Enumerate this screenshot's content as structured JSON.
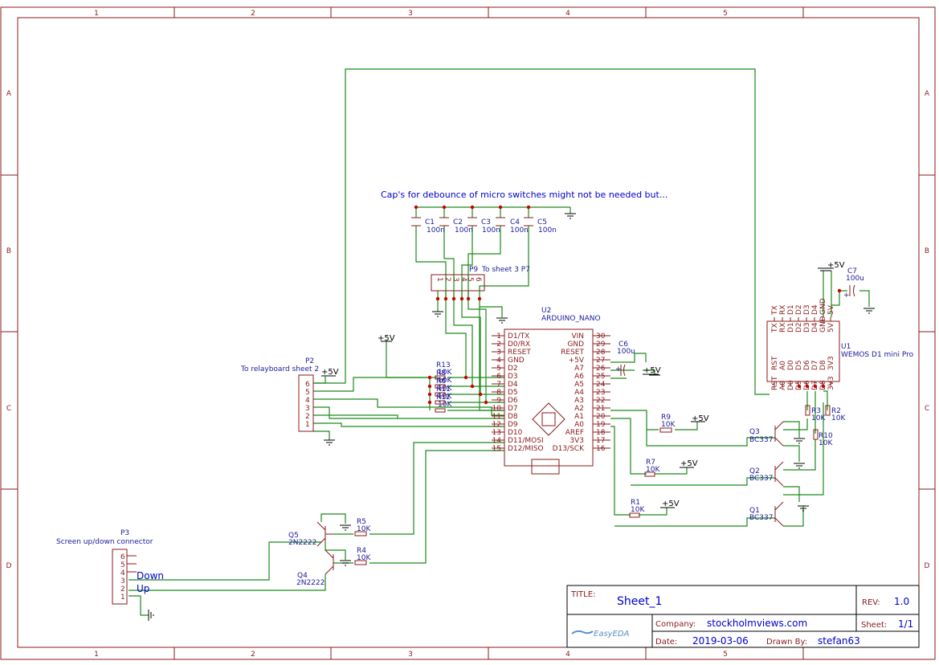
{
  "zones": {
    "columns": [
      "1",
      "2",
      "3",
      "4",
      "5"
    ],
    "rows": [
      "A",
      "B",
      "C",
      "D"
    ]
  },
  "note": "Cap's for debounce of micro switches might not be needed but...",
  "power": {
    "v5": "+5V"
  },
  "caps": [
    {
      "ref": "C1",
      "value": "100n"
    },
    {
      "ref": "C2",
      "value": "100n"
    },
    {
      "ref": "C3",
      "value": "100n"
    },
    {
      "ref": "C4",
      "value": "100n"
    },
    {
      "ref": "C5",
      "value": "100n"
    }
  ],
  "c6": {
    "ref": "C6",
    "value": "100u"
  },
  "c7": {
    "ref": "C7",
    "value": "100u"
  },
  "p9": {
    "ref": "P9",
    "desc": "To sheet 3 P7",
    "pins": [
      "1",
      "2",
      "3",
      "4",
      "5",
      "6"
    ]
  },
  "p2": {
    "ref": "P2",
    "desc": "To relayboard sheet 2",
    "pins": [
      "6",
      "5",
      "4",
      "3",
      "2",
      "1"
    ]
  },
  "p3": {
    "ref": "P3",
    "desc": "Screen up/down connector",
    "pins": [
      "6",
      "5",
      "4",
      "3",
      "2",
      "1"
    ],
    "down": "Down",
    "up": "Up"
  },
  "r13": {
    "ref": "R13"
  },
  "rstack": {
    "refs": [
      "R8",
      "R6",
      "R11",
      "R12"
    ],
    "values": [
      "10K",
      "10K",
      "10K",
      "10K",
      "10K"
    ]
  },
  "u2": {
    "ref": "U2",
    "name": "ARDUINO_NANO",
    "left": [
      {
        "num": "1",
        "name": "D1/TX"
      },
      {
        "num": "2",
        "name": "D0/RX"
      },
      {
        "num": "3",
        "name": "RESET"
      },
      {
        "num": "4",
        "name": "GND"
      },
      {
        "num": "5",
        "name": "D2"
      },
      {
        "num": "6",
        "name": "D3"
      },
      {
        "num": "7",
        "name": "D4"
      },
      {
        "num": "8",
        "name": "D5"
      },
      {
        "num": "9",
        "name": "D6"
      },
      {
        "num": "10",
        "name": "D7"
      },
      {
        "num": "11",
        "name": "D8"
      },
      {
        "num": "12",
        "name": "D9"
      },
      {
        "num": "13",
        "name": "D10"
      },
      {
        "num": "14",
        "name": "D11/MOSI"
      },
      {
        "num": "15",
        "name": "D12/MISO"
      }
    ],
    "right": [
      {
        "num": "30",
        "name": "VIN"
      },
      {
        "num": "29",
        "name": "GND"
      },
      {
        "num": "28",
        "name": "RESET"
      },
      {
        "num": "27",
        "name": "+5V"
      },
      {
        "num": "26",
        "name": "A7"
      },
      {
        "num": "25",
        "name": "A6"
      },
      {
        "num": "24",
        "name": "A5"
      },
      {
        "num": "23",
        "name": "A4"
      },
      {
        "num": "22",
        "name": "A3"
      },
      {
        "num": "21",
        "name": "A2"
      },
      {
        "num": "20",
        "name": "A1"
      },
      {
        "num": "19",
        "name": "A0"
      },
      {
        "num": "18",
        "name": "AREF"
      },
      {
        "num": "17",
        "name": "3V3"
      },
      {
        "num": "16",
        "name": "D13/SCK"
      }
    ]
  },
  "u1": {
    "ref": "U1",
    "name": "WEMOS D1 mini Pro",
    "top": [
      "TX",
      "RX",
      "D1",
      "D2",
      "D3",
      "D4",
      "GND",
      "5V"
    ],
    "bottom": [
      "RST",
      "A0",
      "D0",
      "D5",
      "D6",
      "D7",
      "D8",
      "3V3"
    ]
  },
  "resistors": [
    {
      "ref": "R9",
      "value": "10K"
    },
    {
      "ref": "R7",
      "value": "10K"
    },
    {
      "ref": "R1",
      "value": "10K"
    },
    {
      "ref": "R3",
      "value": "10K"
    },
    {
      "ref": "R2",
      "value": "10K"
    },
    {
      "ref": "R10",
      "value": "10K"
    },
    {
      "ref": "R5",
      "value": "10K"
    },
    {
      "ref": "R4",
      "value": "10K"
    }
  ],
  "transistors": [
    {
      "ref": "Q3",
      "part": "BC337"
    },
    {
      "ref": "Q2",
      "part": "BC337"
    },
    {
      "ref": "Q1",
      "part": "BC337"
    },
    {
      "ref": "Q5",
      "part": "2N2222"
    },
    {
      "ref": "Q4",
      "part": "2N2222"
    }
  ],
  "titleblock": {
    "title_label": "TITLE:",
    "title": "Sheet_1",
    "rev_label": "REV:",
    "rev": "1.0",
    "company_label": "Company:",
    "company": "stockholmviews.com",
    "sheet_label": "Sheet:",
    "sheet": "1/1",
    "date_label": "Date:",
    "date": "2019-03-06",
    "drawn_label": "Drawn By:",
    "drawn": "stefan63",
    "logo": "EasyEDA"
  }
}
